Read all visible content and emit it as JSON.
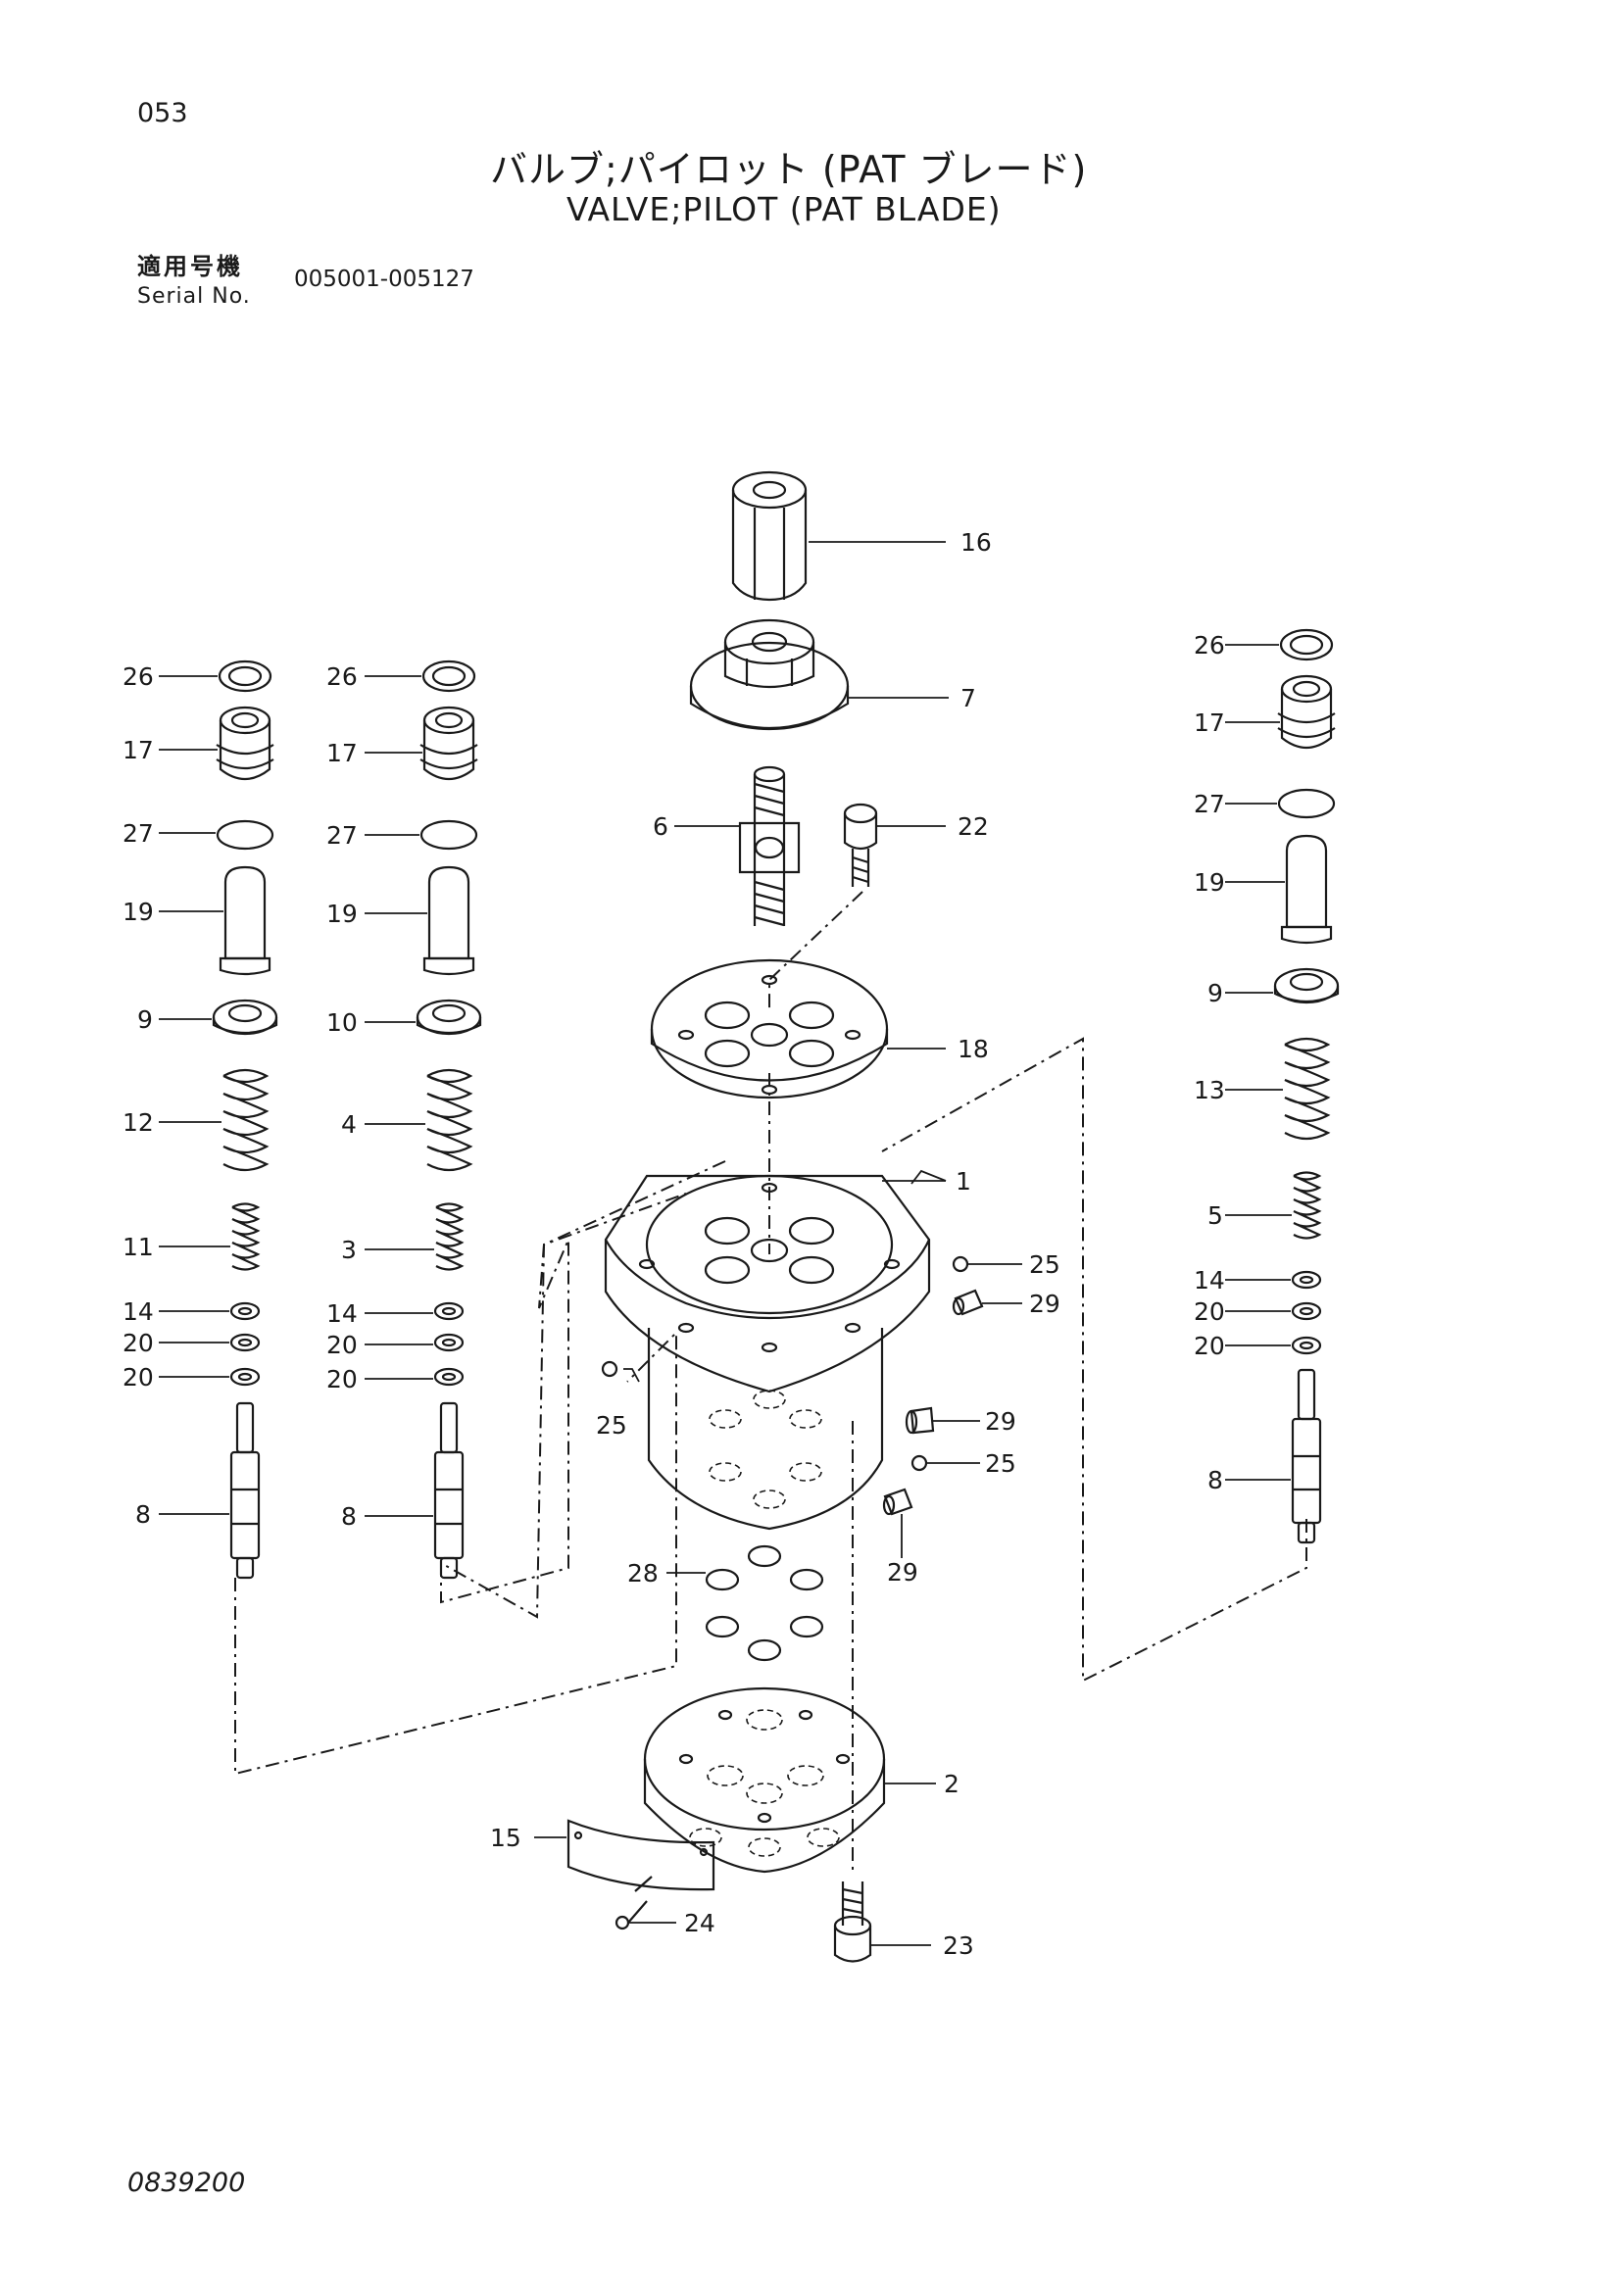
{
  "header": {
    "page_no": "053",
    "title_jp": "バルブ;パイロット (PAT ブレード)",
    "title_en": "VALVE;PILOT (PAT BLADE)",
    "serial_label_jp": "適用号機",
    "serial_label_en": "Serial No.",
    "serial_range": "005001-005127"
  },
  "footer": {
    "drawing_no": "0839200"
  },
  "callouts": {
    "c16": "16",
    "c7": "7",
    "c6": "6",
    "c22": "22",
    "c18": "18",
    "c1": "1",
    "c25a": "25",
    "c29a": "29",
    "c25b": "25",
    "c29b": "29",
    "c25c": "25",
    "c29c": "29",
    "c28": "28",
    "c2": "2",
    "c15": "15",
    "c24": "24",
    "c23": "23",
    "L1": {
      "c26": "26",
      "c17": "17",
      "c27": "27",
      "c19": "19",
      "c9": "9",
      "c12": "12",
      "c11": "11",
      "c14": "14",
      "c20a": "20",
      "c20b": "20",
      "c8": "8"
    },
    "L2": {
      "c26": "26",
      "c17": "17",
      "c27": "27",
      "c19": "19",
      "c10": "10",
      "c4": "4",
      "c3": "3",
      "c14": "14",
      "c20a": "20",
      "c20b": "20",
      "c8": "8"
    },
    "R": {
      "c26": "26",
      "c17": "17",
      "c27": "27",
      "c19": "19",
      "c9": "9",
      "c13": "13",
      "c5": "5",
      "c14": "14",
      "c20a": "20",
      "c20b": "20",
      "c8": "8"
    }
  }
}
